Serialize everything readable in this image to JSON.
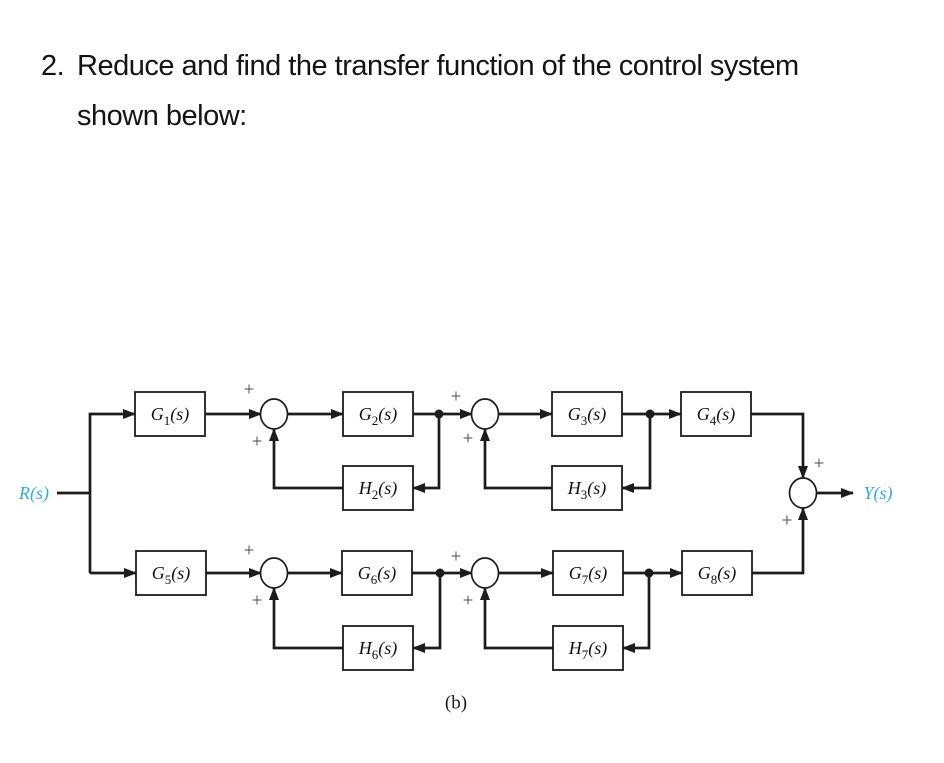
{
  "title": {
    "number": "2.",
    "line1": "Reduce and find the transfer function of the control system",
    "line2": "shown below:"
  },
  "diagram": {
    "input_label": "R(s)",
    "output_label": "Y(s)",
    "caption": "(b)",
    "blocks": {
      "g1": {
        "base": "G",
        "sub": "1",
        "arg": "(s)"
      },
      "g2": {
        "base": "G",
        "sub": "2",
        "arg": "(s)"
      },
      "g3": {
        "base": "G",
        "sub": "3",
        "arg": "(s)"
      },
      "g4": {
        "base": "G",
        "sub": "4",
        "arg": "(s)"
      },
      "g5": {
        "base": "G",
        "sub": "5",
        "arg": "(s)"
      },
      "g6": {
        "base": "G",
        "sub": "6",
        "arg": "(s)"
      },
      "g7": {
        "base": "G",
        "sub": "7",
        "arg": "(s)"
      },
      "g8": {
        "base": "G",
        "sub": "8",
        "arg": "(s)"
      },
      "h2": {
        "base": "H",
        "sub": "2",
        "arg": "(s)"
      },
      "h3": {
        "base": "H",
        "sub": "3",
        "arg": "(s)"
      },
      "h6": {
        "base": "H",
        "sub": "6",
        "arg": "(s)"
      },
      "h7": {
        "base": "H",
        "sub": "7",
        "arg": "(s)"
      }
    },
    "junction_signs": {
      "sum1": [
        "+",
        "+"
      ],
      "sum2": [
        "+",
        "+"
      ],
      "sum3": [
        "+",
        "+"
      ],
      "sum4": [
        "+",
        "+"
      ],
      "output_sum": [
        "+",
        "+"
      ]
    },
    "colors": {
      "signal_label": "#2eaedd",
      "line": "#1c1c1c",
      "plus_sign": "#4a4a4a"
    }
  }
}
